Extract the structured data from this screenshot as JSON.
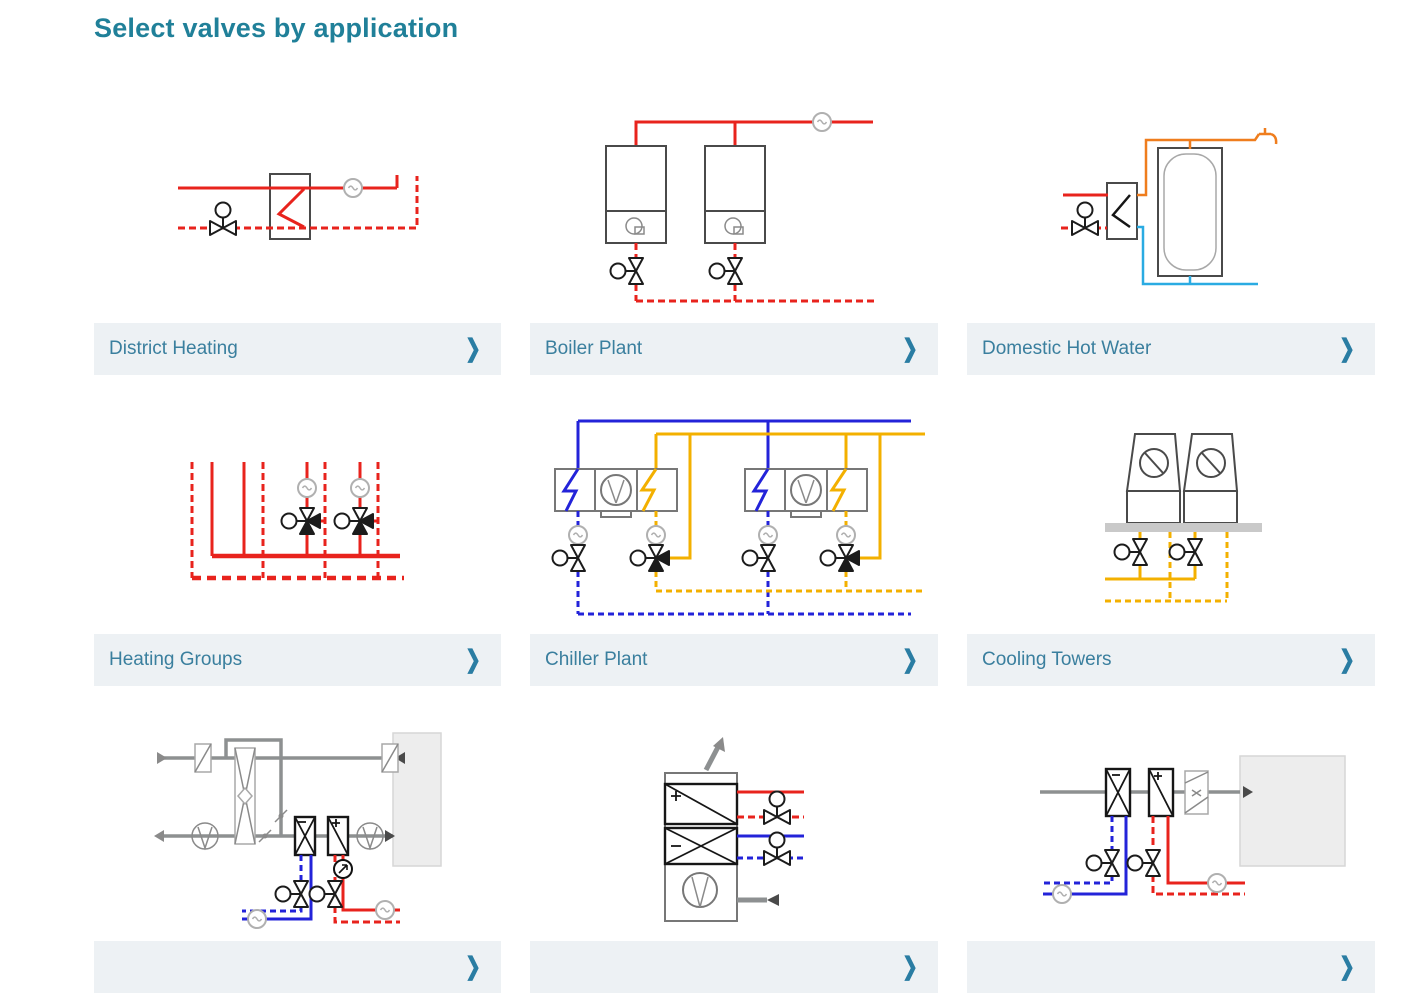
{
  "page": {
    "title": "Select valves by application"
  },
  "icons": {
    "chevron_right": "❯"
  },
  "colors": {
    "title_teal": "#208099",
    "label_teal": "#3a7f9e",
    "chevron_teal": "#2a7da3",
    "bar_bg": "#edf1f4",
    "red": "#e8231d",
    "blue": "#2323d9",
    "yellow": "#f3b000",
    "orange": "#ef7d1d",
    "cyan": "#2aabe2",
    "gray_line": "#8d9091",
    "pump_gray": "#b0b0b0",
    "room_fill": "#ededed"
  },
  "cards": [
    {
      "label": "District Heating"
    },
    {
      "label": "Boiler Plant"
    },
    {
      "label": "Domestic Hot Water"
    },
    {
      "label": "Heating Groups"
    },
    {
      "label": "Chiller Plant"
    },
    {
      "label": "Cooling Towers"
    },
    {
      "label": ""
    },
    {
      "label": ""
    },
    {
      "label": ""
    }
  ]
}
